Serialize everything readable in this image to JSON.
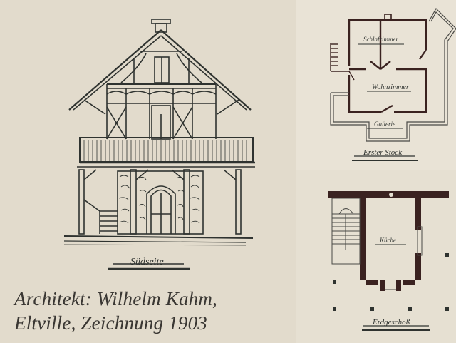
{
  "caption": {
    "line1": "Architekt: Wilhelm Kahm,",
    "line2": "Eltville, Zeichnung 1903"
  },
  "elevation": {
    "label": "Südseite"
  },
  "first_floor_plan": {
    "title": "Erster Stock",
    "rooms": [
      "Schlafzimmer",
      "Wohnzimmer",
      "Gallerie"
    ]
  },
  "ground_floor_plan": {
    "title": "Erdgeschoß",
    "rooms": [
      "Küche"
    ]
  },
  "colors": {
    "paper": "#e2dbcc",
    "ink": "#2f3330",
    "wall": "#3a2220"
  }
}
